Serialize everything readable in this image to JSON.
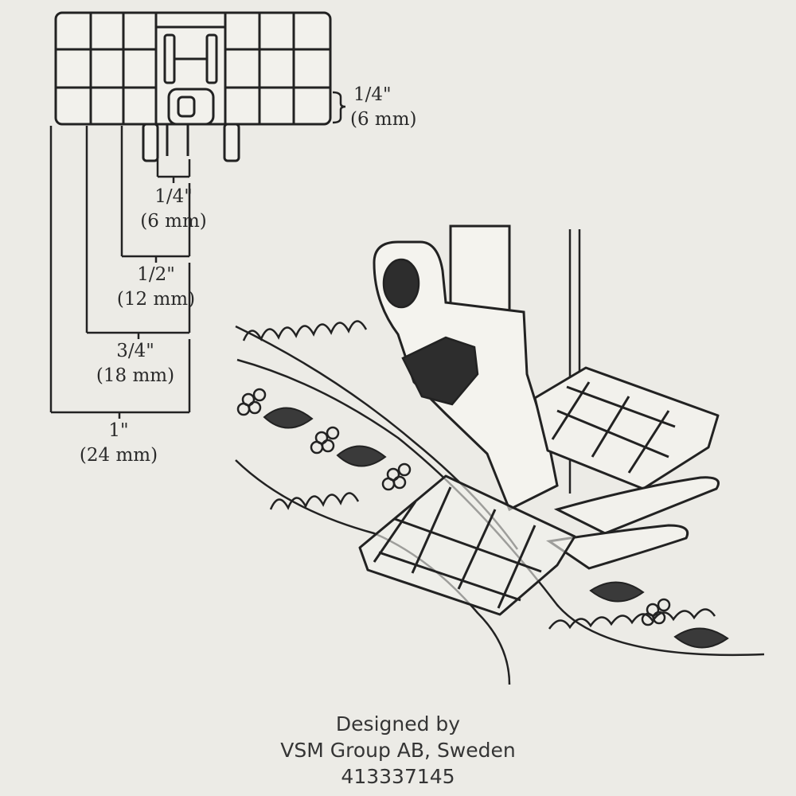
{
  "diagram": {
    "measurements": [
      {
        "fraction": "1/4\"",
        "metric": "(6 mm)"
      },
      {
        "fraction": "1/4\"",
        "metric": "(6 mm)"
      },
      {
        "fraction": "1/2\"",
        "metric": "(12 mm)"
      },
      {
        "fraction": "3/4\"",
        "metric": "(18 mm)"
      },
      {
        "fraction": "1\"",
        "metric": "(24 mm)"
      }
    ]
  },
  "credits": {
    "line1": "Designed by",
    "line2": "VSM Group AB, Sweden",
    "line3": "413337145"
  },
  "colors": {
    "paper": "#ecebe6",
    "ink": "#2a2a2a"
  }
}
